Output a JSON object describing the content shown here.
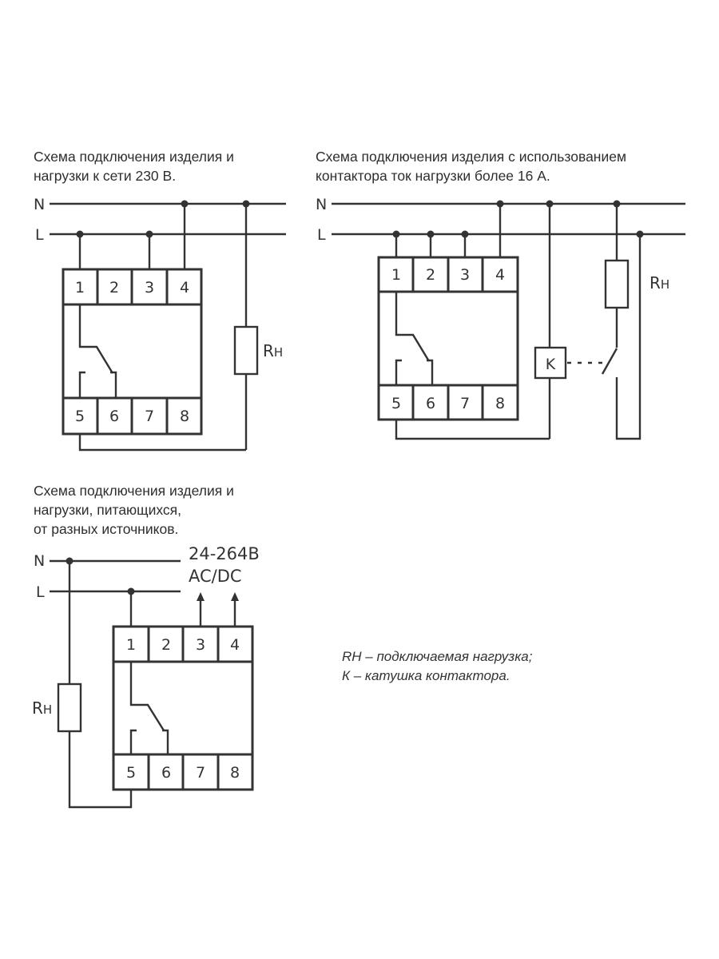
{
  "diagram1": {
    "caption": "Схема подключения изделия и\nнагрузки к сети 230 В.",
    "line_n": "N",
    "line_l": "L",
    "terminals_top": [
      "1",
      "2",
      "3",
      "4"
    ],
    "terminals_bottom": [
      "5",
      "6",
      "7",
      "8"
    ],
    "load_label_main": "R",
    "load_label_sub": "H"
  },
  "diagram2": {
    "caption": "Схема подключения изделия с использованием\nконтактора ток нагрузки более 16 А.",
    "line_n": "N",
    "line_l": "L",
    "terminals_top": [
      "1",
      "2",
      "3",
      "4"
    ],
    "terminals_bottom": [
      "5",
      "6",
      "7",
      "8"
    ],
    "coil_label": "K",
    "load_label_main": "R",
    "load_label_sub": "H"
  },
  "diagram3": {
    "caption": "Схема подключения изделия и\nнагрузки, питающихся,\nот разных источников.",
    "line_n": "N",
    "line_l": "L",
    "supply_voltage": "24-264B",
    "supply_type": "AC/DC",
    "terminals_top": [
      "1",
      "2",
      "3",
      "4"
    ],
    "terminals_bottom": [
      "5",
      "6",
      "7",
      "8"
    ],
    "load_label_main": "R",
    "load_label_sub": "H"
  },
  "legend": {
    "line1": "RH – подключаемая нагрузка;",
    "line2": "К – катушка контактора."
  }
}
